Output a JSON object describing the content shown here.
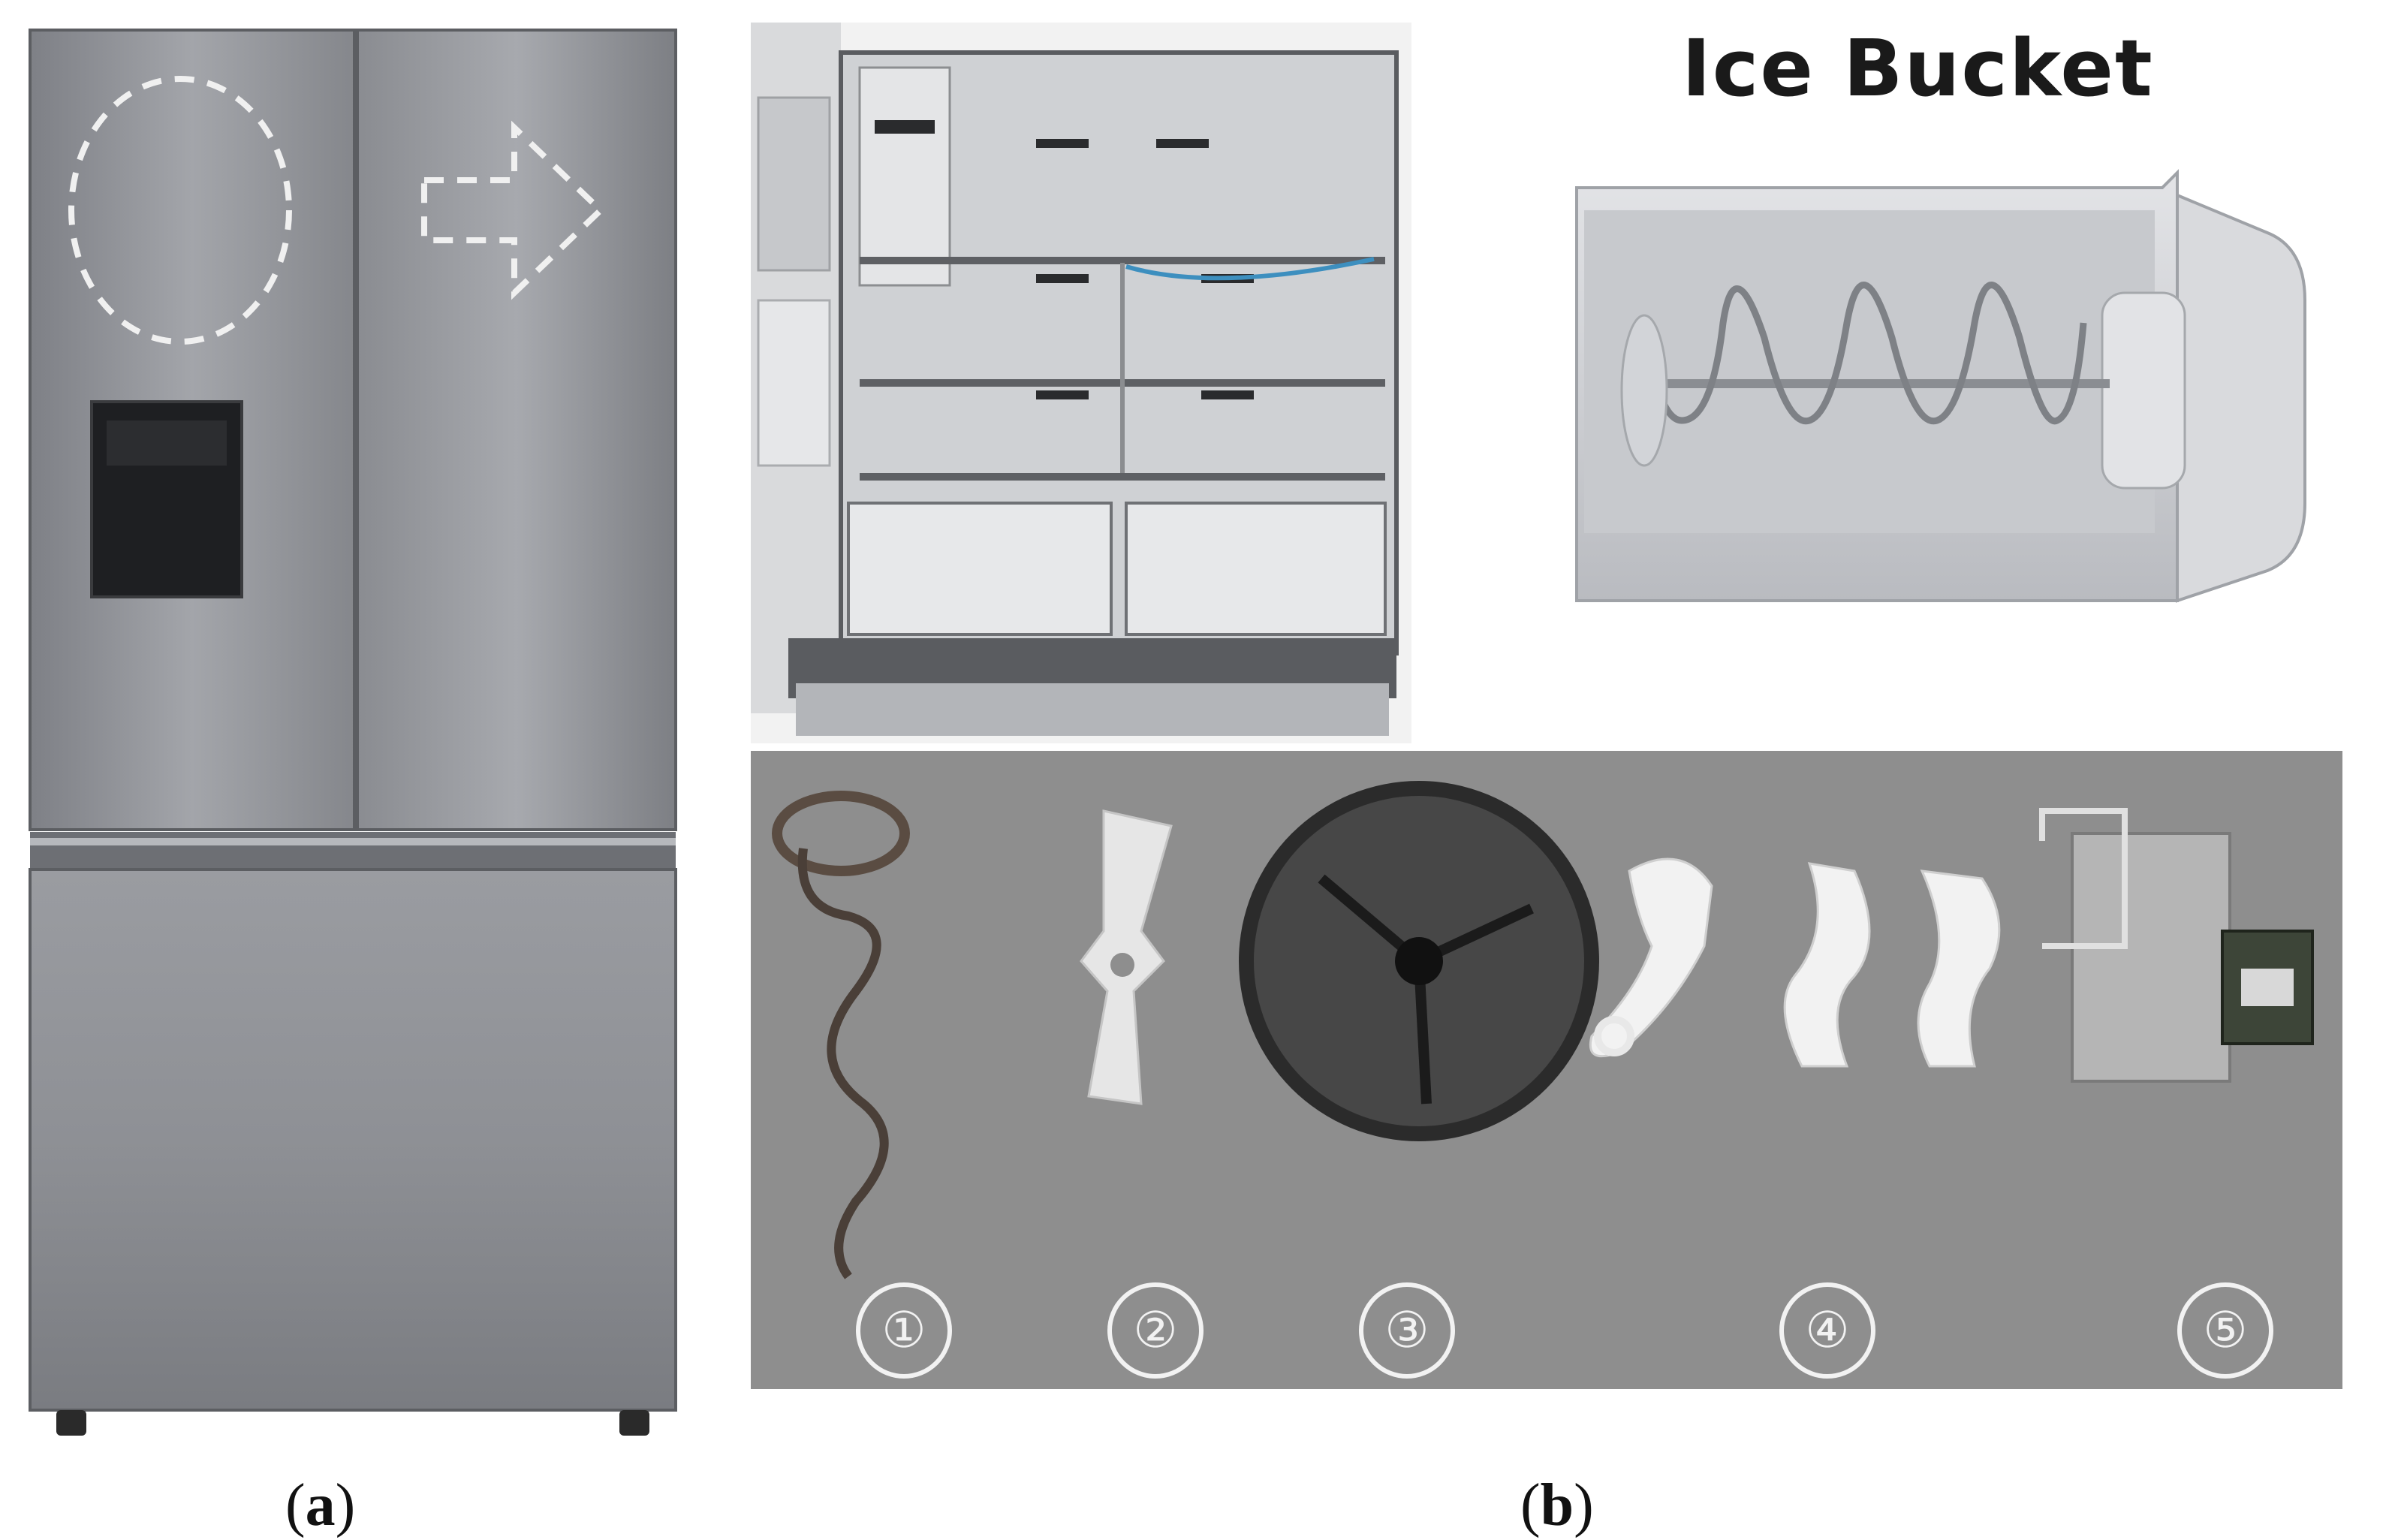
{
  "captions": {
    "a_letter": "a",
    "b_letter": "b"
  },
  "ice_bucket": {
    "title": "Ice Bucket"
  },
  "parts": {
    "labels": [
      "①",
      "②",
      "③",
      "④",
      "⑤"
    ]
  },
  "colors": {
    "steel": "#8d8f94",
    "steel_dark": "#6b6d72",
    "parts_bg": "#8e8e8e",
    "bucket": "#d4d6da"
  },
  "icons": {
    "fridge_marks": [
      "dashed-circle-icon",
      "dashed-arrow-icon"
    ]
  }
}
